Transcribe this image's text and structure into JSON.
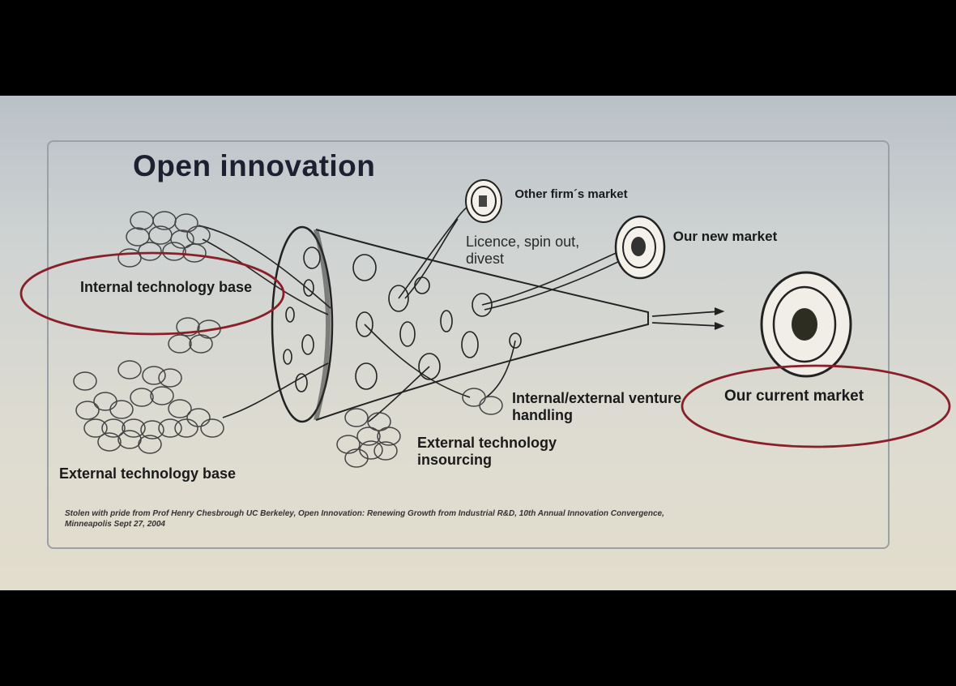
{
  "slide": {
    "title": "Open innovation",
    "labels": {
      "other_firm_market": "Other firm´s market",
      "licence": "Licence, spin out, divest",
      "our_new_market": "Our new market",
      "internal_tech_base": "Internal technology base",
      "our_current_market": "Our current market",
      "venture_handling": "Internal/external venture handling",
      "external_insourcing": "External technology insourcing",
      "external_tech_base": "External technology base"
    },
    "credit": "Stolen with pride from Prof Henry Chesbrough UC Berkeley, Open Innovation: Renewing Growth from Industrial R&D, 10th Annual Innovation Convergence, Minneapolis Sept 27, 2004"
  },
  "colors": {
    "highlight_ellipse": "#8a1f2a",
    "ink": "#1a1a1a",
    "title": "#1c2030"
  }
}
